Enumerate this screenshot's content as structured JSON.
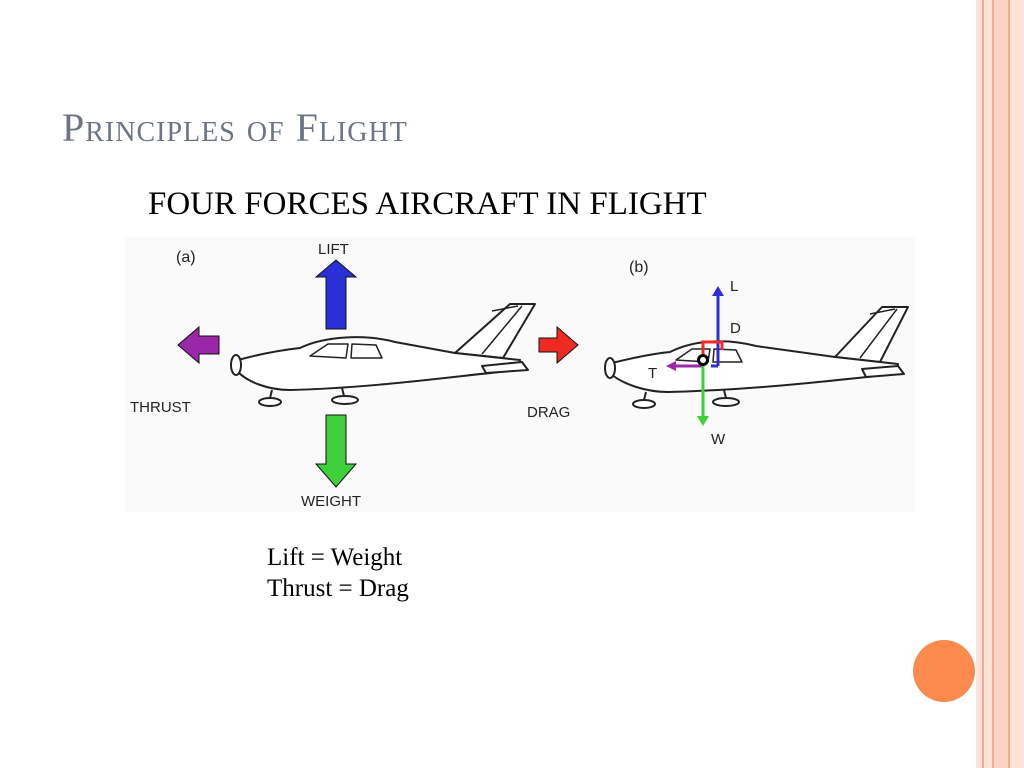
{
  "slide": {
    "title": "Principles of Flight",
    "subtitle": "FOUR FORCES AIRCRAFT IN FLIGHT"
  },
  "diagram": {
    "panel_a": {
      "label": "(a)",
      "forces": {
        "lift": "LIFT",
        "thrust": "THRUST",
        "drag": "DRAG",
        "weight": "WEIGHT"
      }
    },
    "panel_b": {
      "label": "(b)",
      "forces": {
        "lift": "L",
        "drag": "D",
        "thrust": "T",
        "weight": "W"
      }
    },
    "arrow_colors": {
      "lift": "#2b2fd6",
      "thrust": "#9a27a8",
      "drag": "#ee2a22",
      "weight": "#3fcf3a"
    }
  },
  "equations": {
    "line1": "Lift = Weight",
    "line2": "Thrust = Drag"
  },
  "theme": {
    "accent": "#fb8a4e",
    "title_color": "#6d7584"
  }
}
